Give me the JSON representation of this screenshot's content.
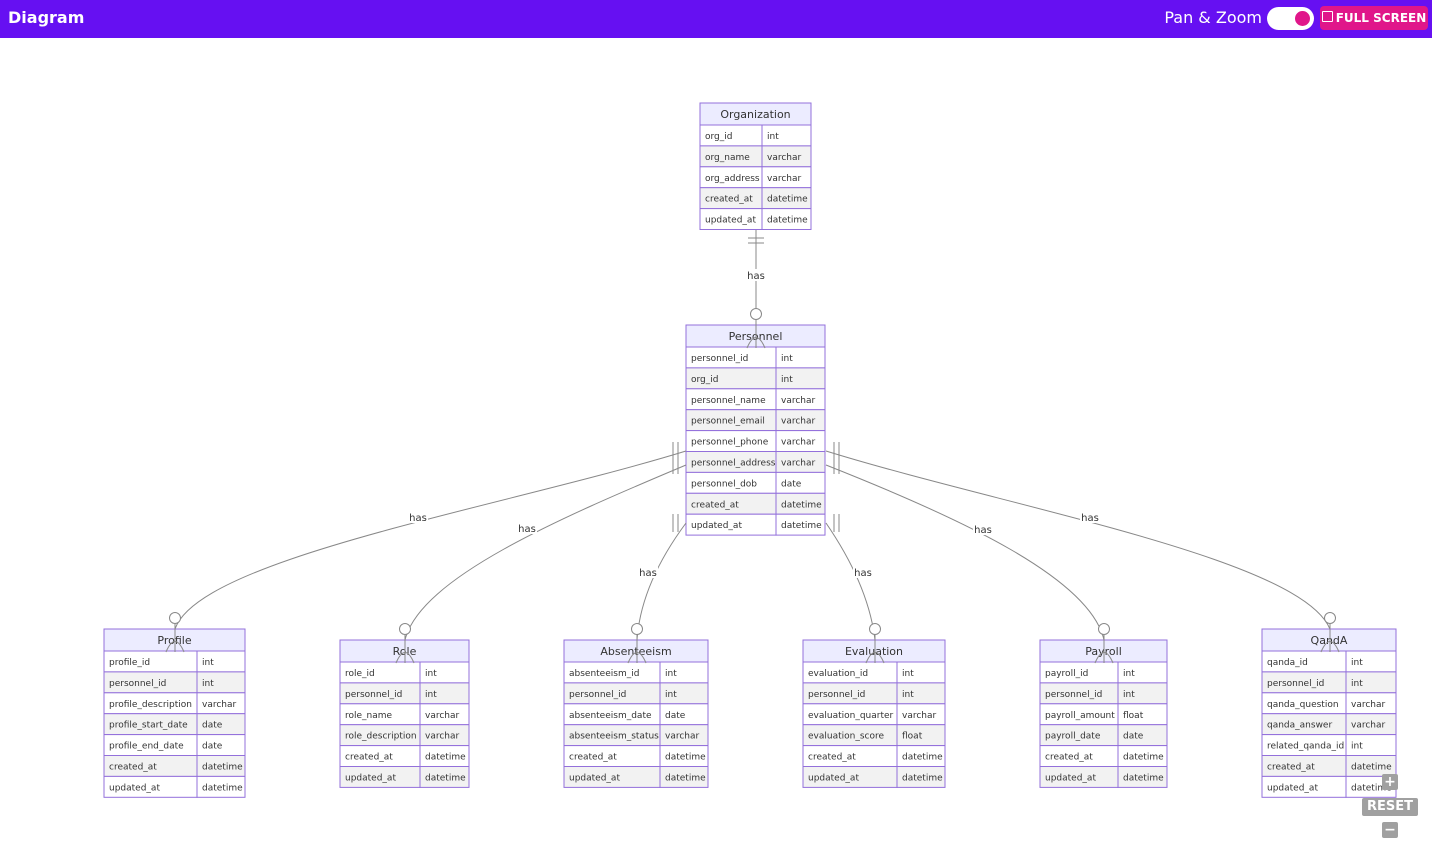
{
  "header": {
    "title": "Diagram",
    "pan_zoom_label": "Pan & Zoom",
    "pan_zoom_enabled": true,
    "fullscreen_label": "FULL SCREEN"
  },
  "controls": {
    "zoom_in": "+",
    "reset": "RESET",
    "zoom_out": "−"
  },
  "theme": {
    "header_bg": "#6610f2",
    "accent_pink": "#e0168a",
    "entity_fill": "#ececff",
    "entity_border": "#9370db"
  },
  "diagram": {
    "entities": [
      {
        "name": "Organization",
        "attributes": [
          [
            "org_id",
            "int"
          ],
          [
            "org_name",
            "varchar"
          ],
          [
            "org_address",
            "varchar"
          ],
          [
            "created_at",
            "datetime"
          ],
          [
            "updated_at",
            "datetime"
          ]
        ]
      },
      {
        "name": "Personnel",
        "attributes": [
          [
            "personnel_id",
            "int"
          ],
          [
            "org_id",
            "int"
          ],
          [
            "personnel_name",
            "varchar"
          ],
          [
            "personnel_email",
            "varchar"
          ],
          [
            "personnel_phone",
            "varchar"
          ],
          [
            "personnel_address",
            "varchar"
          ],
          [
            "personnel_dob",
            "date"
          ],
          [
            "created_at",
            "datetime"
          ],
          [
            "updated_at",
            "datetime"
          ]
        ]
      },
      {
        "name": "Profile",
        "attributes": [
          [
            "profile_id",
            "int"
          ],
          [
            "personnel_id",
            "int"
          ],
          [
            "profile_description",
            "varchar"
          ],
          [
            "profile_start_date",
            "date"
          ],
          [
            "profile_end_date",
            "date"
          ],
          [
            "created_at",
            "datetime"
          ],
          [
            "updated_at",
            "datetime"
          ]
        ]
      },
      {
        "name": "Role",
        "attributes": [
          [
            "role_id",
            "int"
          ],
          [
            "personnel_id",
            "int"
          ],
          [
            "role_name",
            "varchar"
          ],
          [
            "role_description",
            "varchar"
          ],
          [
            "created_at",
            "datetime"
          ],
          [
            "updated_at",
            "datetime"
          ]
        ]
      },
      {
        "name": "Absenteeism",
        "attributes": [
          [
            "absenteeism_id",
            "int"
          ],
          [
            "personnel_id",
            "int"
          ],
          [
            "absenteeism_date",
            "date"
          ],
          [
            "absenteeism_status",
            "varchar"
          ],
          [
            "created_at",
            "datetime"
          ],
          [
            "updated_at",
            "datetime"
          ]
        ]
      },
      {
        "name": "Evaluation",
        "attributes": [
          [
            "evaluation_id",
            "int"
          ],
          [
            "personnel_id",
            "int"
          ],
          [
            "evaluation_quarter",
            "varchar"
          ],
          [
            "evaluation_score",
            "float"
          ],
          [
            "created_at",
            "datetime"
          ],
          [
            "updated_at",
            "datetime"
          ]
        ]
      },
      {
        "name": "Payroll",
        "attributes": [
          [
            "payroll_id",
            "int"
          ],
          [
            "personnel_id",
            "int"
          ],
          [
            "payroll_amount",
            "float"
          ],
          [
            "payroll_date",
            "date"
          ],
          [
            "created_at",
            "datetime"
          ],
          [
            "updated_at",
            "datetime"
          ]
        ]
      },
      {
        "name": "QandA",
        "attributes": [
          [
            "qanda_id",
            "int"
          ],
          [
            "personnel_id",
            "int"
          ],
          [
            "qanda_question",
            "varchar"
          ],
          [
            "qanda_answer",
            "varchar"
          ],
          [
            "related_qanda_id",
            "int"
          ],
          [
            "created_at",
            "datetime"
          ],
          [
            "updated_at",
            "datetime"
          ]
        ]
      }
    ],
    "relationships": [
      {
        "from": "Organization",
        "to": "Personnel",
        "label": "has",
        "from_card": "exactly-one",
        "to_card": "zero-or-many"
      },
      {
        "from": "Personnel",
        "to": "Profile",
        "label": "has",
        "from_card": "exactly-one",
        "to_card": "zero-or-many"
      },
      {
        "from": "Personnel",
        "to": "Role",
        "label": "has",
        "from_card": "exactly-one",
        "to_card": "zero-or-many"
      },
      {
        "from": "Personnel",
        "to": "Absenteeism",
        "label": "has",
        "from_card": "exactly-one",
        "to_card": "zero-or-many"
      },
      {
        "from": "Personnel",
        "to": "Evaluation",
        "label": "has",
        "from_card": "exactly-one",
        "to_card": "zero-or-many"
      },
      {
        "from": "Personnel",
        "to": "Payroll",
        "label": "has",
        "from_card": "exactly-one",
        "to_card": "zero-or-many"
      },
      {
        "from": "Personnel",
        "to": "QandA",
        "label": "has",
        "from_card": "exactly-one",
        "to_card": "zero-or-many"
      }
    ]
  }
}
